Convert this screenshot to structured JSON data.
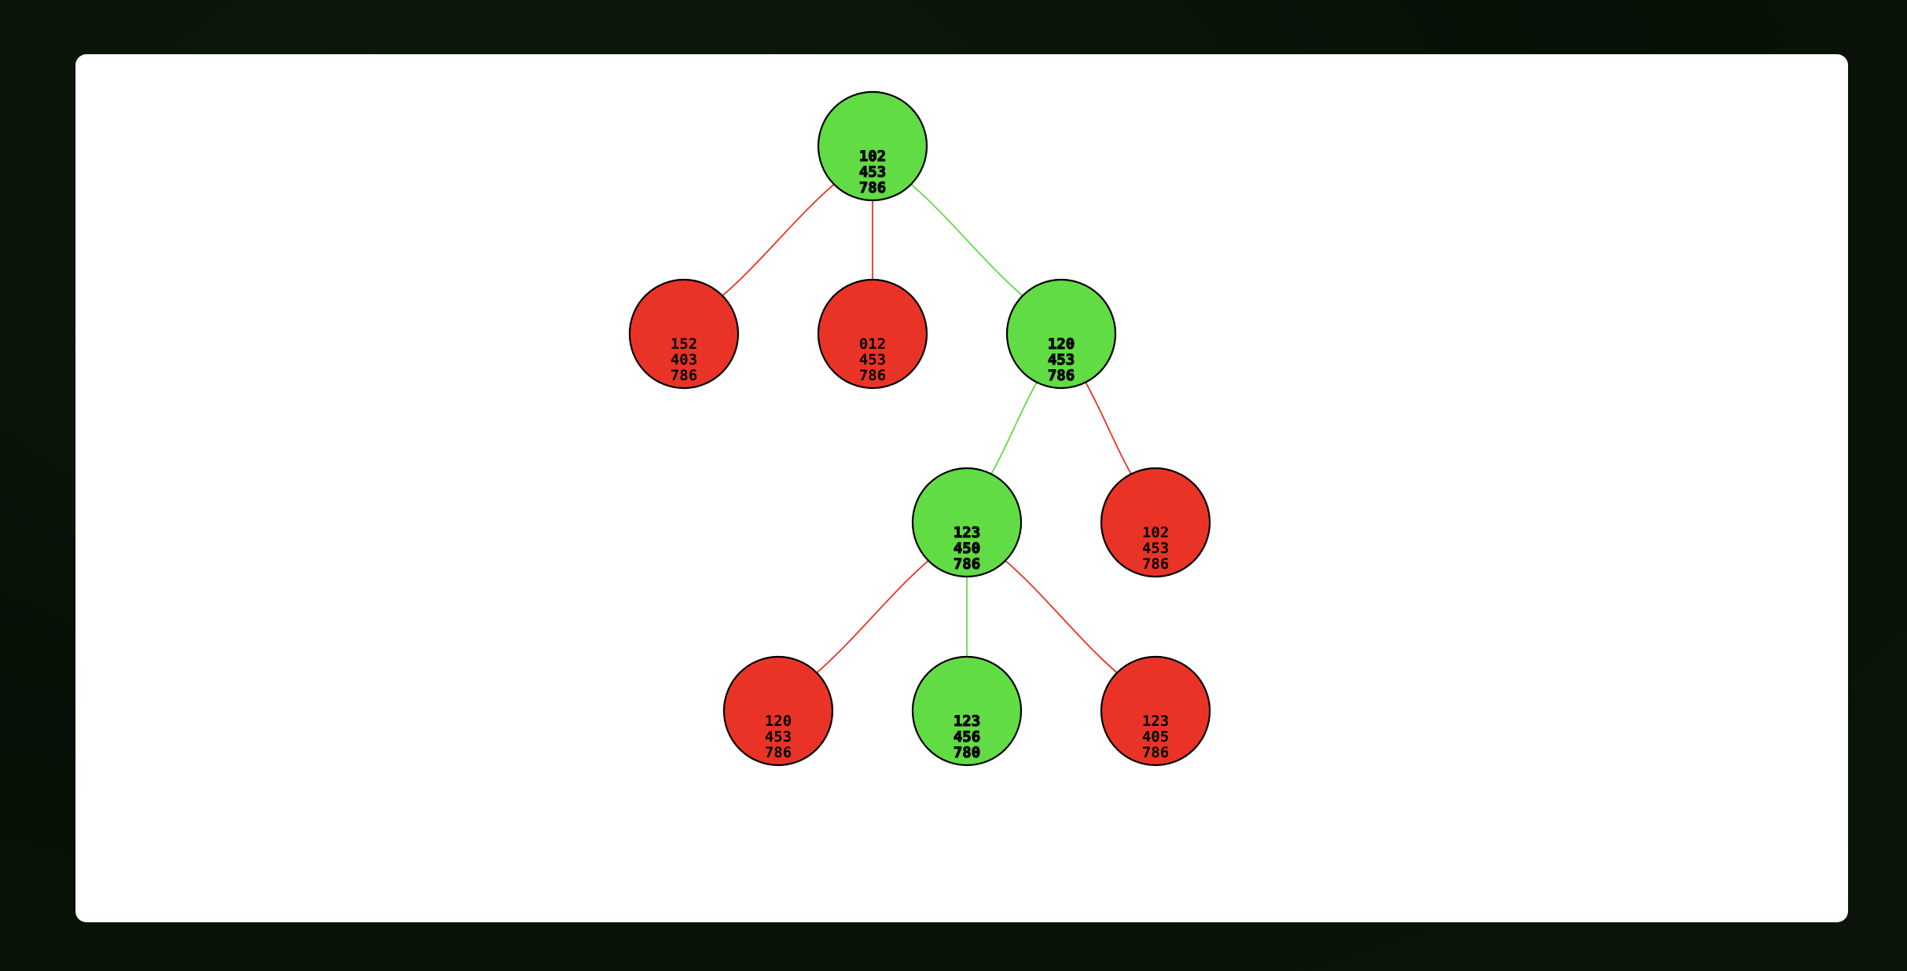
{
  "colors": {
    "path_fill": "#62dc44",
    "off_path_fill": "#ea3327",
    "path_edge": "#62dc44",
    "off_path_edge": "#ea3327",
    "text": "#000000"
  },
  "nodes": [
    {
      "id": "n0",
      "lines": [
        "102",
        "453",
        "786"
      ],
      "on_path": true
    },
    {
      "id": "n1",
      "lines": [
        "152",
        "403",
        "786"
      ],
      "on_path": false
    },
    {
      "id": "n2",
      "lines": [
        "012",
        "453",
        "786"
      ],
      "on_path": false
    },
    {
      "id": "n3",
      "lines": [
        "120",
        "453",
        "786"
      ],
      "on_path": true
    },
    {
      "id": "n4",
      "lines": [
        "123",
        "450",
        "786"
      ],
      "on_path": true
    },
    {
      "id": "n5",
      "lines": [
        "102",
        "453",
        "786"
      ],
      "on_path": false
    },
    {
      "id": "n6",
      "lines": [
        "120",
        "453",
        "786"
      ],
      "on_path": false
    },
    {
      "id": "n7",
      "lines": [
        "123",
        "456",
        "780"
      ],
      "on_path": true
    },
    {
      "id": "n8",
      "lines": [
        "123",
        "405",
        "786"
      ],
      "on_path": false
    }
  ],
  "edges": [
    {
      "from": "n0",
      "to": "n1",
      "on_path": false
    },
    {
      "from": "n0",
      "to": "n2",
      "on_path": false
    },
    {
      "from": "n0",
      "to": "n3",
      "on_path": true
    },
    {
      "from": "n3",
      "to": "n4",
      "on_path": true
    },
    {
      "from": "n3",
      "to": "n5",
      "on_path": false
    },
    {
      "from": "n4",
      "to": "n6",
      "on_path": false
    },
    {
      "from": "n4",
      "to": "n7",
      "on_path": true
    },
    {
      "from": "n4",
      "to": "n8",
      "on_path": false
    }
  ]
}
